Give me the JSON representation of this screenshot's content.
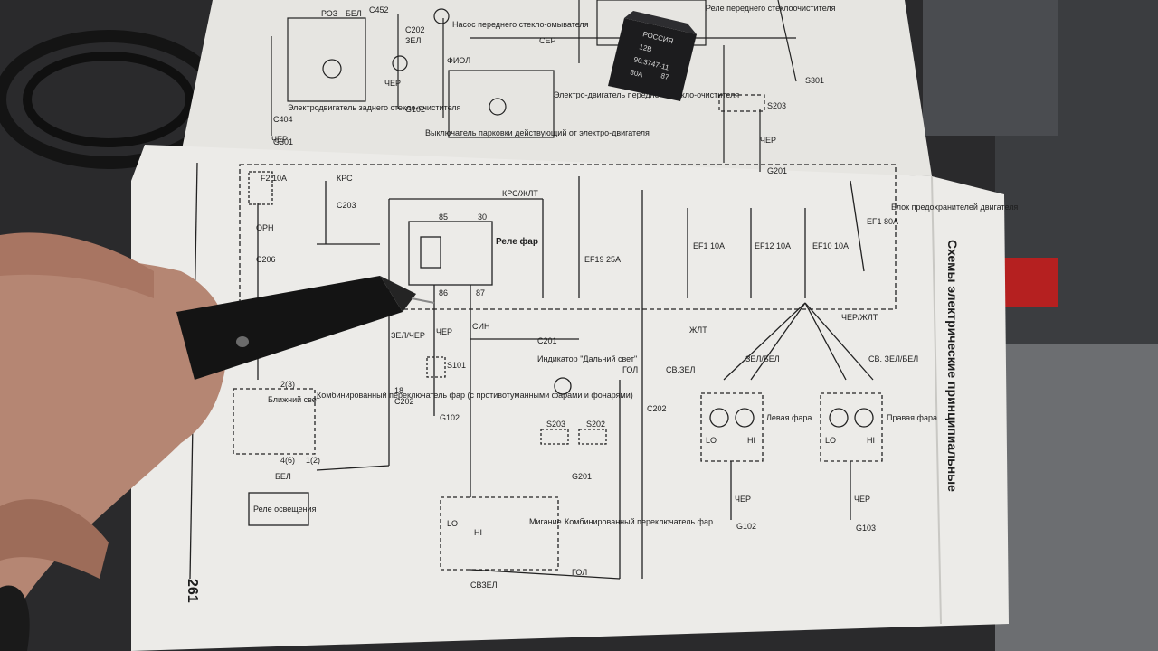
{
  "scene": {
    "description_tags": [
      "photo",
      "wiring-manual",
      "hand",
      "relay"
    ],
    "colors": {
      "background": "#2a2a2c",
      "paper": "#ecebe8",
      "ink": "#1d1d1d",
      "skin": "#b58673",
      "relay": "#1c1c1e",
      "red_part": "#b52020"
    }
  },
  "manual": {
    "side_title": "Схемы электрические принципиальные",
    "page_number": "261",
    "top_labels": {
      "rear_motor": "Электродвигатель заднего стекло-очистителя",
      "pump": "Насос переднего стекло-омывателя",
      "front_motor": "Электро-двигатель переднего стекло-очистителя",
      "limit_switch": "Выключатель парковки действующий от электро-двигателя",
      "front_relay": "Реле переднего стеклоочистителя",
      "wires": [
        "ЧЕР",
        "ЗЕЛ",
        "РОЗ",
        "БЕЛ",
        "ФИОЛ",
        "СЕР",
        "ЧЕР",
        "ЧЕР"
      ],
      "connectors": [
        "C452",
        "C202",
        "G102",
        "C404",
        "G301",
        "S203",
        "G201",
        "S301"
      ]
    },
    "main_labels": {
      "fuse_f2": "F2 10A",
      "fuse_ef1_top": "EF1 80A",
      "block": "Блок предохранителей двигателя",
      "relay_far": "Реле фар",
      "pin85": "85",
      "pin30": "30",
      "pin86": "86",
      "pin87": "87",
      "ef19": "EF19 25A",
      "ef1": "EF1 10A",
      "ef12": "EF12 10A",
      "ef10": "EF10 10A",
      "kpc_jk": "КРС/ЖЛТ",
      "kpc": "КРС",
      "c203": "C203",
      "orn": "ОРН",
      "c206": "C206",
      "zel_cher": "ЗЕЛ/ЧЕР",
      "cher": "ЧЕР",
      "sin": "СИН",
      "s101": "S101",
      "g102": "G102",
      "c201": "C201",
      "indicator": "Индикатор \"Дальний свет\"",
      "s203": "S203",
      "s202": "S202",
      "g201": "G201",
      "gol": "ГОЛ",
      "sv_zel": "СВ.ЗЕЛ",
      "c202": "C202",
      "zhlt": "ЖЛТ",
      "zel_bel": "ЗЕЛ/БЕЛ",
      "sv_zel_bel": "СВ. ЗЕЛ/БЕЛ",
      "cher_zhlt": "ЧЕР/ЖЛТ",
      "left_headlight": "Левая фара",
      "right_headlight": "Правая фара",
      "lo": "LO",
      "hi": "HI",
      "g103": "G103",
      "combo_switch": "Комбинированный переключатель фар (с противотуманными фарами и фонарями)",
      "near_light": "Ближний свет",
      "bel": "БЕЛ",
      "light_relay": "Реле освещения",
      "combo_switch2": "Комбинированный переключатель фар",
      "migan": "Мигание",
      "svzel": "СВЗЕЛ",
      "c202b": "C202",
      "n18": "18",
      "n23": "2(3)",
      "n46": "4(6)",
      "n12": "1(2)"
    }
  },
  "relay_part": {
    "text_lines": [
      "РОССИЯ",
      "12В",
      "90.3747-11",
      "30A",
      "87"
    ]
  }
}
